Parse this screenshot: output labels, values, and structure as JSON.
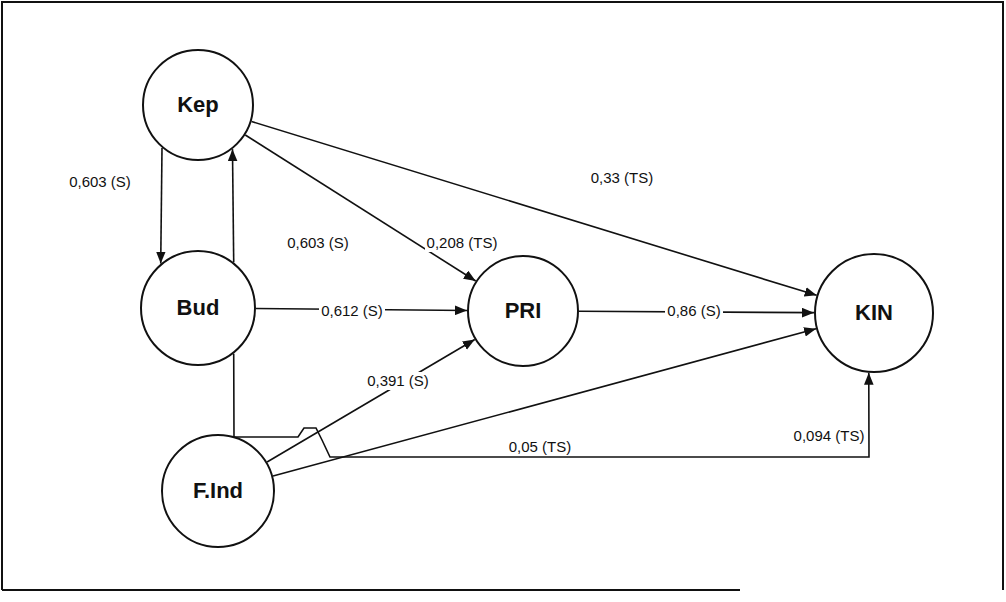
{
  "diagram": {
    "nodes": [
      {
        "text": [
          "Kep"
        ]
      },
      {
        "text": [
          "Bud"
        ]
      },
      {
        "text": [
          "PRI"
        ]
      },
      {
        "text": [
          "KIN"
        ]
      },
      {
        "text": [
          "F.Ind"
        ]
      }
    ],
    "edges": [
      {
        "from": 0,
        "to": 1,
        "label": "0,603 (S)",
        "arrow": "to"
      },
      {
        "from": 1,
        "to": 0,
        "label": "0,603 (S)",
        "arrow": "to"
      },
      {
        "from": 0,
        "to": 2,
        "label": "0,208 (TS)",
        "arrow": "to"
      },
      {
        "from": 0,
        "to": 3,
        "label": "0,33 (TS)",
        "arrow": "to"
      },
      {
        "from": 1,
        "to": 2,
        "label": "0,612 (S)",
        "arrow": "to"
      },
      {
        "from": 4,
        "to": 2,
        "label": "0,391 (S)",
        "arrow": "to"
      },
      {
        "from": 2,
        "to": 3,
        "label": "0,86 (S)",
        "arrow": "to"
      },
      {
        "from": 4,
        "to": 3,
        "label": "0,05 (TS)",
        "arrow": "to"
      },
      {
        "from": 1,
        "to": 3,
        "label": "0,094 (TS)",
        "arrow": "to"
      }
    ]
  }
}
